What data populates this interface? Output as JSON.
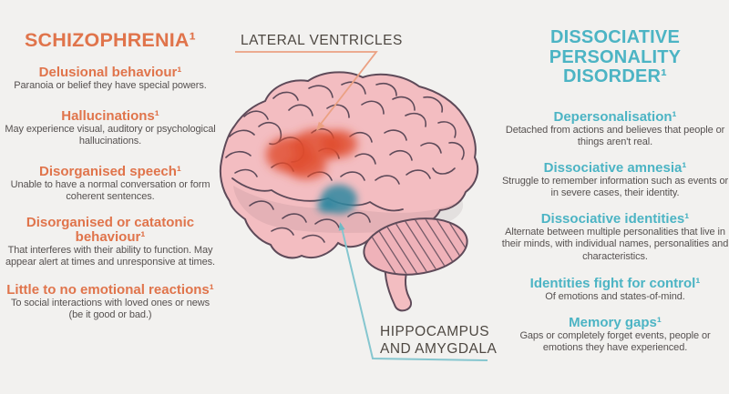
{
  "colors": {
    "bg": "#F2F1EF",
    "orange": "#E0744B",
    "teal": "#4CB4C4",
    "body": "#565150",
    "label": "#4E4842",
    "brainFill": "#F3BDC1",
    "brainFill2": "#EFB2B9",
    "outline": "#5E4A59",
    "red": "#E04B2B",
    "tealBlob": "#2F87A0",
    "cOrange": "#EBA183",
    "cTeal": "#85C6CF"
  },
  "left_column": {
    "title": "SCHIZOPHRENIA¹",
    "sections": [
      {
        "heading_lines": [
          "Delusional behaviour¹"
        ],
        "body_lines": [
          "Paranoia or belief they have special powers."
        ]
      },
      {
        "heading_lines": [
          "Hallucinations¹"
        ],
        "body_lines": [
          "May experience visual, auditory or psychological",
          "hallucinations."
        ]
      },
      {
        "heading_lines": [
          "Disorganised speech¹"
        ],
        "body_lines": [
          "Unable to have a normal conversation or form",
          "coherent sentences."
        ]
      },
      {
        "heading_lines": [
          "Disorganised or catatonic",
          "behaviour¹"
        ],
        "body_lines": [
          "That interferes with their ability to function. May",
          "appear alert at times and unresponsive at times."
        ]
      },
      {
        "heading_lines": [
          "Little to no emotional reactions¹"
        ],
        "body_lines": [
          "To social interactions with loved ones or news",
          "(be it good or bad.)"
        ]
      }
    ]
  },
  "right_column": {
    "title_lines": [
      "DISSOCIATIVE",
      "PERSONALITY DISORDER¹"
    ],
    "sections": [
      {
        "heading_lines": [
          "Depersonalisation¹"
        ],
        "body_lines": [
          "Detached from actions and believes that people or",
          "things aren't real."
        ]
      },
      {
        "heading_lines": [
          "Dissociative amnesia¹"
        ],
        "body_lines": [
          "Struggle to remember information such as events or",
          "in severe cases, their identity."
        ]
      },
      {
        "heading_lines": [
          "Dissociative identities¹"
        ],
        "body_lines": [
          "Alternate between multiple personalities that live in",
          "their minds, with individual names, personalities and",
          "characteristics."
        ]
      },
      {
        "heading_lines": [
          "Identities fight for control¹"
        ],
        "body_lines": [
          "Of emotions and states-of-mind."
        ]
      },
      {
        "heading_lines": [
          "Memory gaps¹"
        ],
        "body_lines": [
          "Gaps or completely forget events, people or",
          "emotions they have experienced."
        ]
      }
    ]
  },
  "labels": {
    "lateral_ventricles": "LATERAL VENTRICLES",
    "hippocampus_line1": "HIPPOCAMPUS",
    "hippocampus_line2": "AND AMYGDALA"
  }
}
